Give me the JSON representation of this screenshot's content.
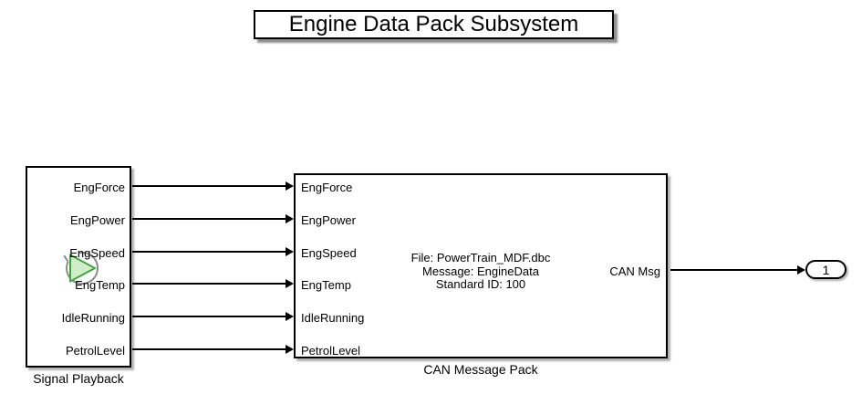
{
  "title": "Engine Data Pack Subsystem",
  "signal_playback": {
    "label": "Signal Playback",
    "outputs": [
      "EngForce",
      "EngPower",
      "EngSpeed",
      "EngTemp",
      "IdleRunning",
      "PetrolLevel"
    ]
  },
  "can_pack": {
    "label": "CAN Message Pack",
    "inputs": [
      "EngForce",
      "EngPower",
      "EngSpeed",
      "EngTemp",
      "IdleRunning",
      "PetrolLevel"
    ],
    "info_lines": [
      "File: PowerTrain_MDF.dbc",
      "Message: EngineData",
      "Standard ID: 100"
    ],
    "output_label": "CAN Msg"
  },
  "outport": {
    "label": "1"
  },
  "colors": {
    "play_fill": "#cfeec8",
    "play_stroke": "#44a244",
    "arc_gray": "#8c8c8c",
    "block_shadow": "#b0b0b0",
    "wire": "#000000"
  }
}
